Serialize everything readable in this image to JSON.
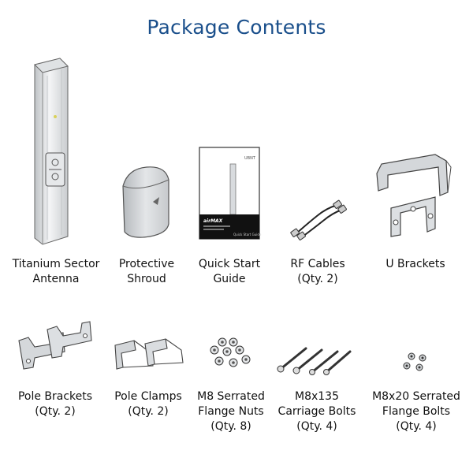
{
  "page": {
    "title": "Package Contents"
  },
  "items": [
    {
      "id": "antenna",
      "lines": [
        "Titanium Sector",
        "Antenna"
      ],
      "icon": "sector-antenna-icon"
    },
    {
      "id": "shroud",
      "lines": [
        "Protective",
        "Shroud"
      ],
      "icon": "shroud-icon"
    },
    {
      "id": "guide",
      "lines": [
        "Quick Start",
        "Guide"
      ],
      "icon": "quick-start-guide-icon",
      "guide_brand": "airMAX",
      "guide_footer": "Quick Start Guide"
    },
    {
      "id": "rf-cables",
      "lines": [
        "RF Cables",
        "(Qty. 2)"
      ],
      "icon": "rf-cable-icon"
    },
    {
      "id": "u-brackets",
      "lines": [
        "U Brackets"
      ],
      "icon": "u-bracket-icon"
    },
    {
      "id": "pole-brackets",
      "lines": [
        "Pole Brackets",
        "(Qty. 2)"
      ],
      "icon": "pole-bracket-icon"
    },
    {
      "id": "pole-clamps",
      "lines": [
        "Pole Clamps",
        "(Qty. 2)"
      ],
      "icon": "pole-clamp-icon"
    },
    {
      "id": "flange-nuts",
      "lines": [
        "M8 Serrated",
        "Flange Nuts",
        "(Qty. 8)"
      ],
      "icon": "flange-nut-icon"
    },
    {
      "id": "carriage-bolts",
      "lines": [
        "M8x135",
        "Carriage Bolts",
        "(Qty. 4)"
      ],
      "icon": "carriage-bolt-icon"
    },
    {
      "id": "flange-bolts",
      "lines": [
        "M8x20 Serrated",
        "Flange Bolts",
        "(Qty. 4)"
      ],
      "icon": "flange-bolt-icon"
    }
  ]
}
